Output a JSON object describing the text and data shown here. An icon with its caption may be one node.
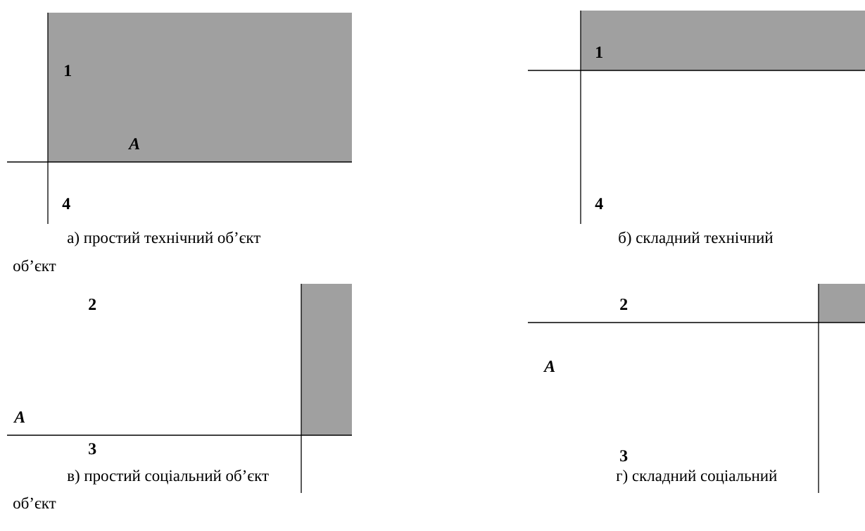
{
  "diagram": {
    "labels": [
      "1",
      "1",
      "A",
      "4",
      "4",
      "а) простий технічний об’єкт",
      "б) складний технічний",
      "об’єкт",
      "2",
      "2",
      "A",
      "A",
      "3",
      "3",
      "в) простий соціальний об’єкт",
      "г) складний соціальний",
      "об’єкт"
    ]
  }
}
